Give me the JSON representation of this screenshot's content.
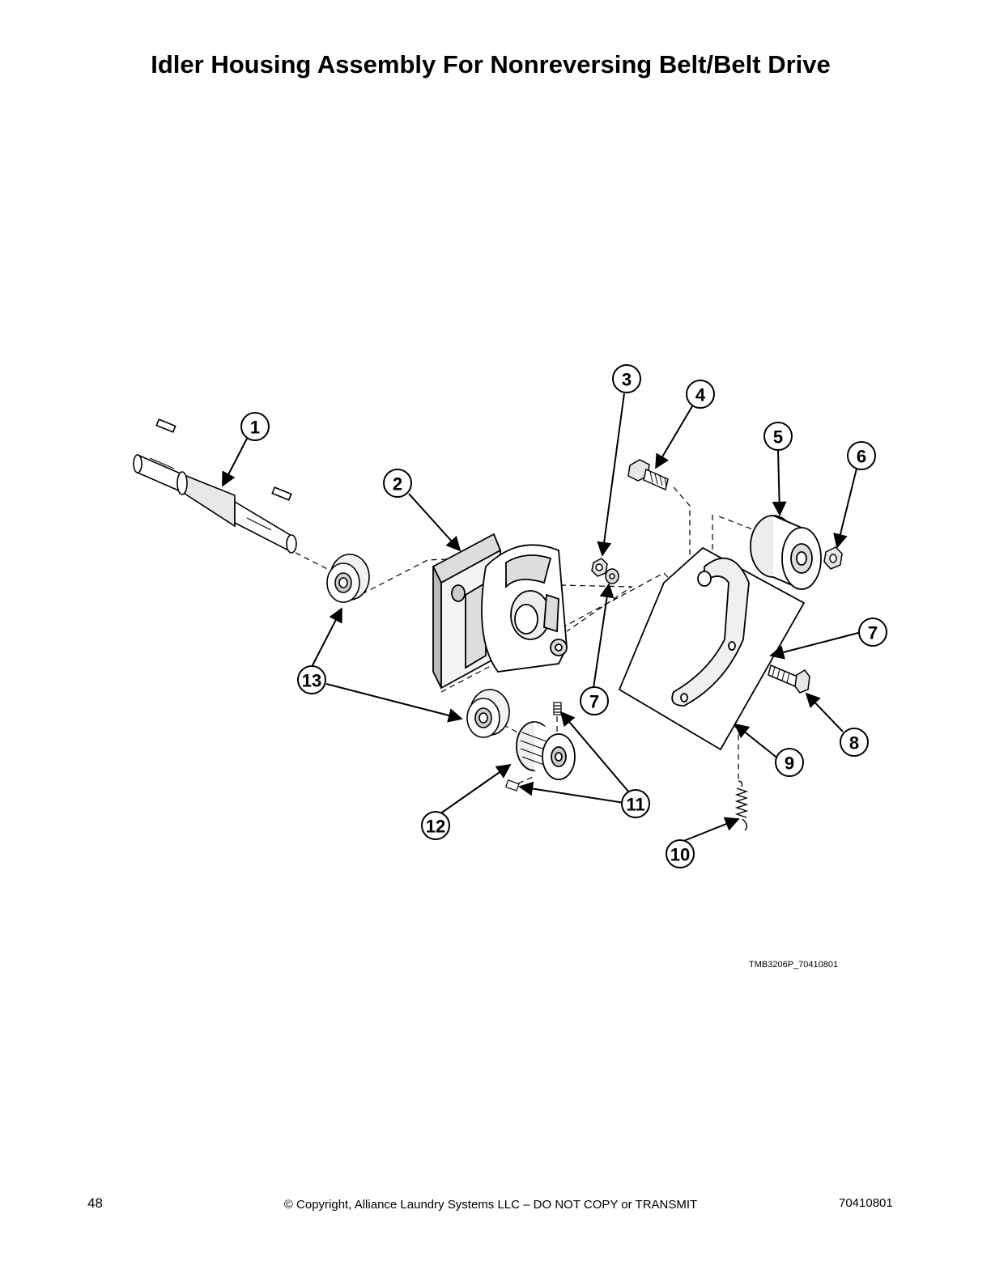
{
  "page": {
    "title": "Idler Housing Assembly For Nonreversing Belt/Belt Drive",
    "figure_code": "TMB3206P_70410801",
    "page_number": "48",
    "copyright": "© Copyright, Alliance Laundry Systems LLC – DO NOT COPY or TRANSMIT",
    "doc_number": "70410801"
  },
  "callouts": {
    "c1": "1",
    "c2": "2",
    "c3": "3",
    "c4": "4",
    "c5": "5",
    "c6": "6",
    "c7a": "7",
    "c7b": "7",
    "c8": "8",
    "c9": "9",
    "c10": "10",
    "c11": "11",
    "c12": "12",
    "c13": "13"
  }
}
